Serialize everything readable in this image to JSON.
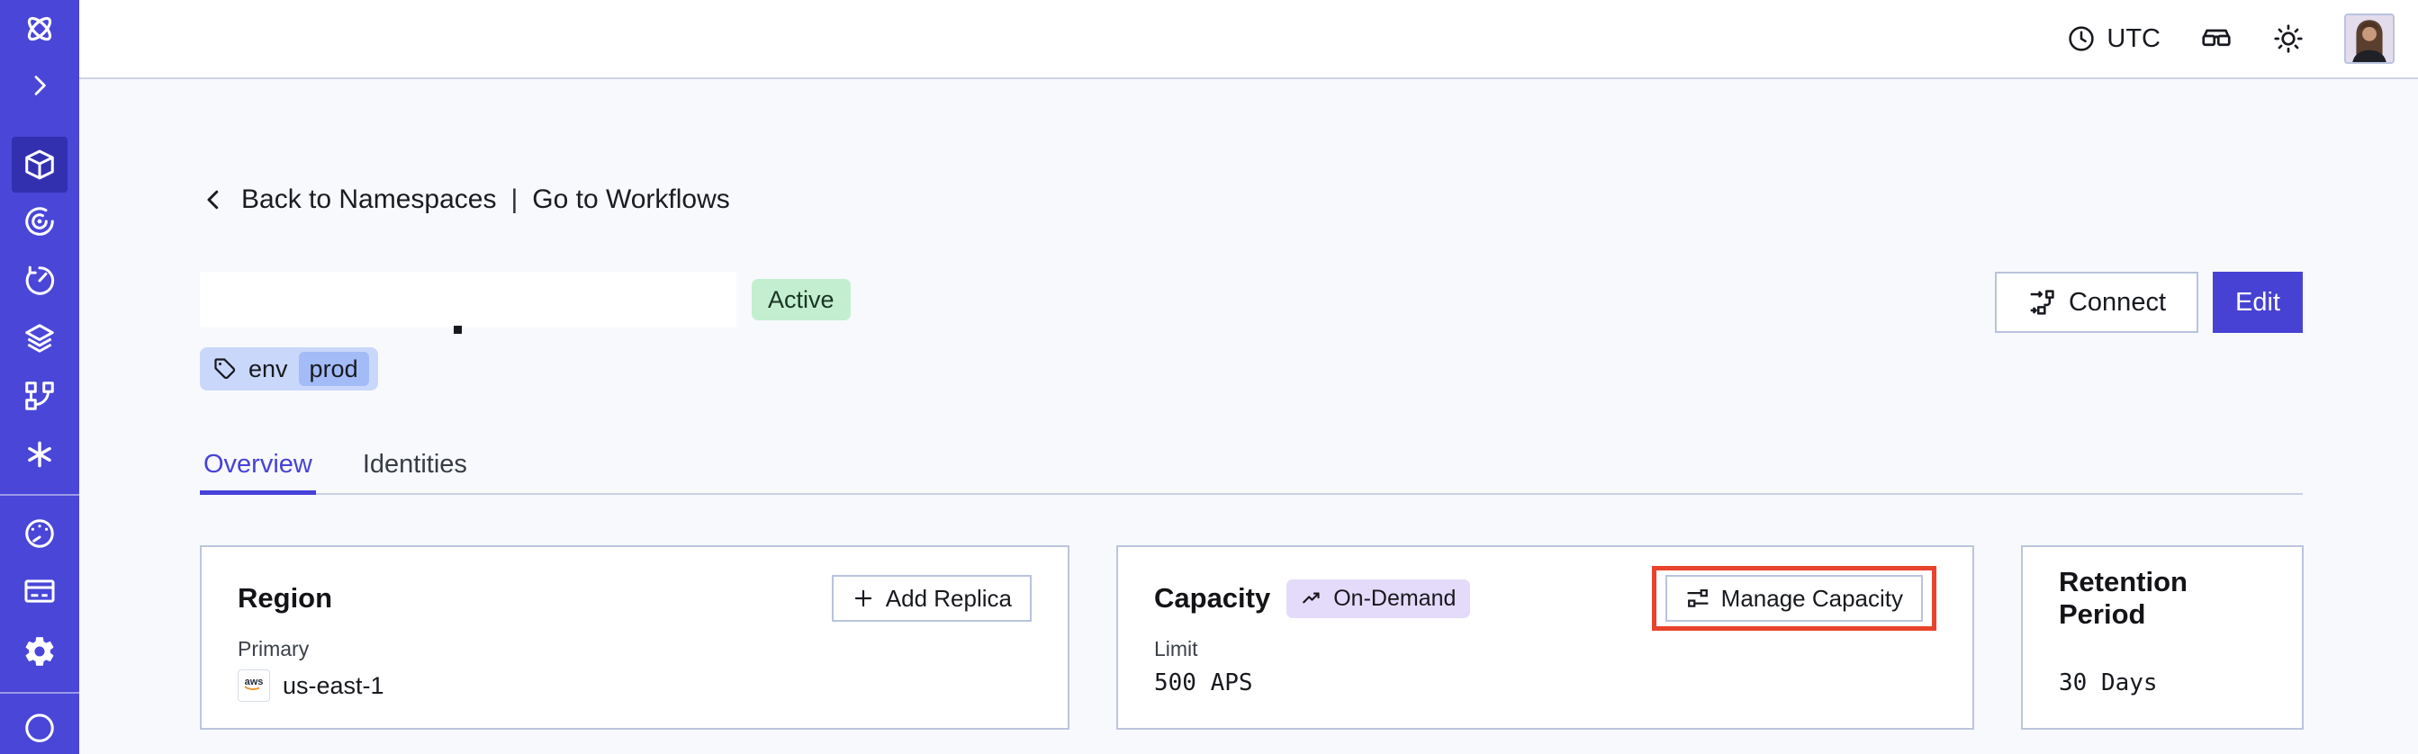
{
  "topbar": {
    "timezone": "UTC"
  },
  "breadcrumb": {
    "back_label": "Back to Namespaces",
    "separator": "|",
    "workflows_label": "Go to Workflows"
  },
  "namespace": {
    "status_badge": "Active",
    "tag": {
      "key": "env",
      "value": "prod"
    },
    "actions": {
      "connect_label": "Connect",
      "edit_label": "Edit"
    }
  },
  "tabs": [
    {
      "label": "Overview",
      "active": true
    },
    {
      "label": "Identities",
      "active": false
    }
  ],
  "cards": {
    "region": {
      "title": "Region",
      "action_label": "Add Replica",
      "label": "Primary",
      "provider": "aws",
      "value": "us-east-1"
    },
    "capacity": {
      "title": "Capacity",
      "badge": "On-Demand",
      "action_label": "Manage Capacity",
      "label": "Limit",
      "value": "500 APS"
    },
    "retention": {
      "title": "Retention Period",
      "value": "30 Days"
    }
  },
  "colors": {
    "sidebar": "#4946d8",
    "accent": "#4642d8",
    "active_badge_bg": "#c3efd0",
    "tag_bg": "#c9d7fb",
    "tag_value_bg": "#a3bbf7",
    "ondemand_bg": "#e4dbfa",
    "annotation_red": "#e8432c",
    "card_border": "#bcc5dd",
    "aws_orange": "#e8912d"
  },
  "icons": {
    "logo": "temporal-orbit",
    "sidebar": [
      "chevron-right",
      "cube-namespaces",
      "spiral-nexus",
      "clock-reload-schedules",
      "layers-deployments",
      "branch-workflow",
      "asterisk",
      "gauge-usage",
      "credit-card-billing",
      "gear-settings",
      "circle-profile"
    ],
    "topbar": [
      "clock",
      "glasses",
      "sun-theme"
    ],
    "buttons": [
      "connect-flow",
      "plus",
      "sliders",
      "trending-up",
      "tag"
    ]
  }
}
